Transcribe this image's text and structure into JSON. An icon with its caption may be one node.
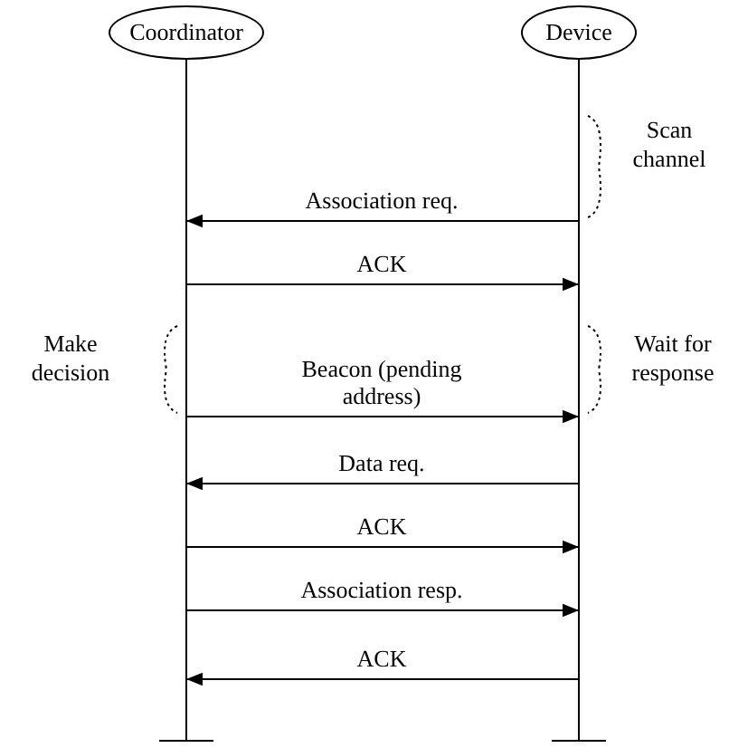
{
  "diagram": {
    "nodes": [
      {
        "text": [
          "Coordinator"
        ]
      },
      {
        "text": [
          "Device"
        ]
      }
    ],
    "edges": [
      {
        "from": 1,
        "to": 0,
        "arrow": "to",
        "label": "Association req."
      },
      {
        "from": 0,
        "to": 1,
        "arrow": "to",
        "label": "ACK"
      },
      {
        "from": 0,
        "to": 1,
        "arrow": "to",
        "label": "Beacon (pending address)"
      },
      {
        "from": 1,
        "to": 0,
        "arrow": "to",
        "label": "Data req."
      },
      {
        "from": 0,
        "to": 1,
        "arrow": "to",
        "label": "ACK"
      },
      {
        "from": 0,
        "to": 1,
        "arrow": "to",
        "label": "Association resp."
      },
      {
        "from": 1,
        "to": 0,
        "arrow": "to",
        "label": "ACK"
      }
    ],
    "labels": [
      "Scan channel",
      "Make decision",
      "Wait for response"
    ]
  }
}
